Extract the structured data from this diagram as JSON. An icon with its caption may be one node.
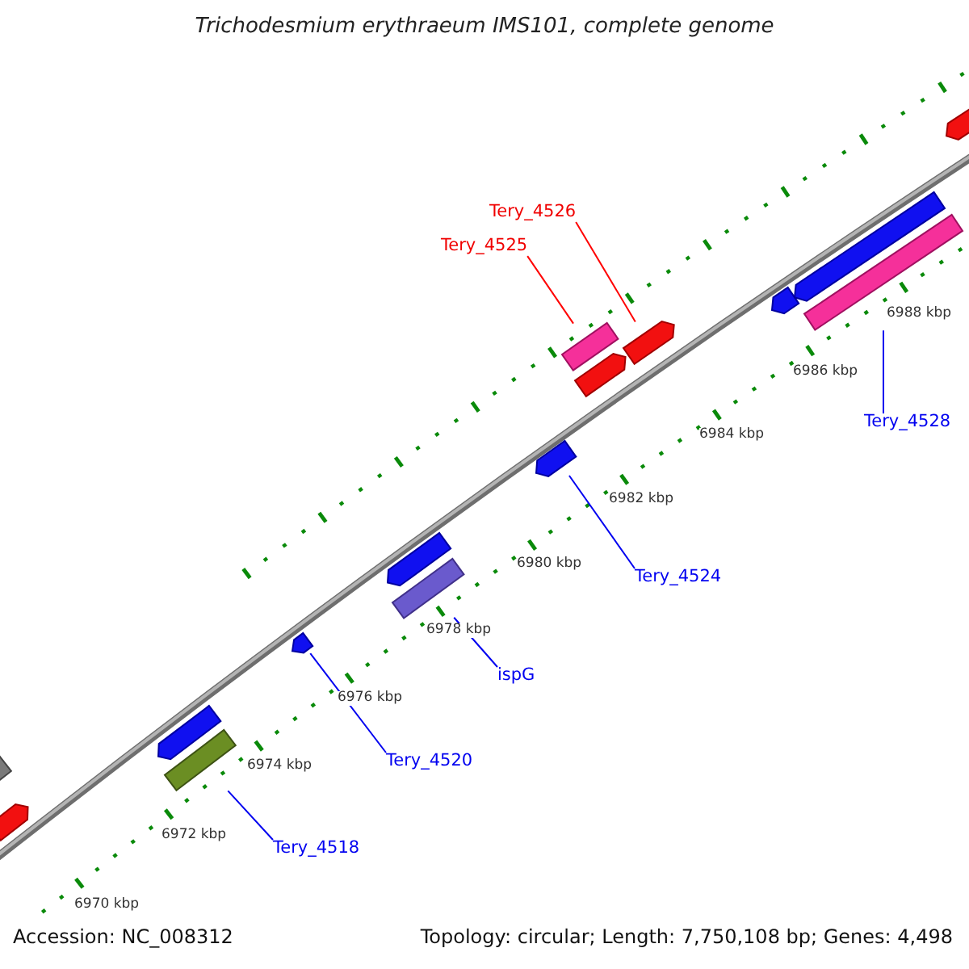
{
  "diagram": {
    "title": "Trichodesmium erythraeum IMS101, complete genome",
    "nodes": [
      {
        "text": [
          "Tery_4526"
        ]
      },
      {
        "text": [
          "Tery_4525"
        ]
      },
      {
        "text": [
          "Tery_4528"
        ]
      },
      {
        "text": [
          "Tery_4524"
        ]
      },
      {
        "text": [
          "ispG"
        ]
      },
      {
        "text": [
          "Tery_4520"
        ]
      },
      {
        "text": [
          "Tery_4518"
        ]
      },
      {
        "text": [],
        "shape": "bar"
      },
      {
        "text": [],
        "shape": "arrow"
      },
      {
        "text": [],
        "shape": "arrow"
      },
      {
        "text": [],
        "shape": "bar"
      },
      {
        "text": [],
        "shape": "arrow"
      },
      {
        "text": [],
        "shape": "arrow"
      },
      {
        "text": [],
        "shape": "bar"
      },
      {
        "text": [],
        "shape": "arrow"
      },
      {
        "text": [],
        "shape": "bar"
      },
      {
        "text": [],
        "shape": "arrow"
      },
      {
        "text": [],
        "shape": "arrow"
      },
      {
        "text": [],
        "shape": "arrow"
      },
      {
        "text": [],
        "shape": "arrow"
      },
      {
        "text": [],
        "shape": "bar"
      },
      {
        "text": [],
        "shape": "arrow"
      }
    ],
    "edges": [
      {
        "from": 0,
        "to": 17,
        "arrow": "none",
        "color": "#ff0000"
      },
      {
        "from": 1,
        "to": 15,
        "arrow": "none",
        "color": "#ff0000"
      },
      {
        "from": 2,
        "to": 20,
        "arrow": "none"
      },
      {
        "from": 3,
        "to": 14,
        "arrow": "none"
      },
      {
        "from": 4,
        "to": 13,
        "arrow": "none"
      },
      {
        "from": 5,
        "to": 11,
        "arrow": "none"
      },
      {
        "from": 6,
        "to": 10,
        "arrow": "none"
      }
    ],
    "labels": [
      "6988 kbp",
      "6986 kbp",
      "6984 kbp",
      "6982 kbp",
      "6980 kbp",
      "6978 kbp",
      "6976 kbp",
      "6974 kbp",
      "6972 kbp",
      "6970 kbp",
      "Accession: NC_008312",
      "Topology: circular; Length: 7,750,108 bp; Genes: 4,498"
    ]
  }
}
